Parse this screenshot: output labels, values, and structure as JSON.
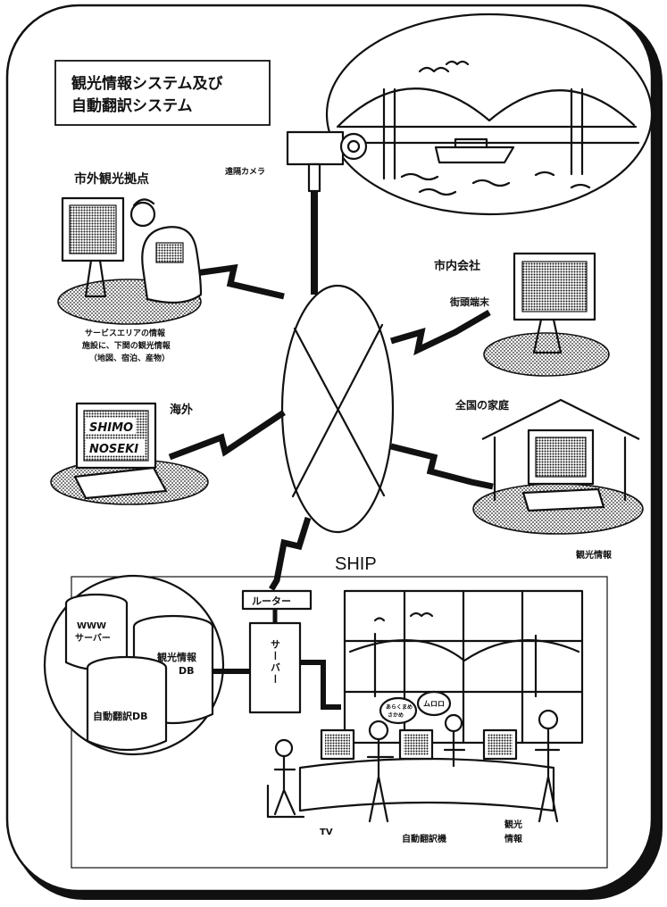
{
  "title": {
    "line1": "観光情報システム及び",
    "line2": "自動翻訳システム"
  },
  "labels": {
    "remote_camera": "遠隔カメラ",
    "outside_city_base": "市外観光拠点",
    "service_area_line1": "サービスエリアの情報",
    "service_area_line2": "施設に、下関の観光情報",
    "service_area_line3": "（地図、宿泊、産物）",
    "city_company": "市内会社",
    "street_terminal": "街頭端末",
    "overseas": "海外",
    "shimo_line1": "SHIMO",
    "shimo_line2": "NOSEKI",
    "homes_nationwide": "全国の家庭",
    "tourism_info_home": "観光情報",
    "ship": "SHIP",
    "router": "ルーター",
    "server": "サーバー",
    "www_line1": "WWW",
    "www_line2": "サーバー",
    "tourism_db_line1": "観光情報",
    "tourism_db_line2": "DB",
    "translation_db": "自動翻訳DB",
    "tv": "TV",
    "auto_translator": "自動翻訳機",
    "tourism_info_line1": "観光",
    "tourism_info_line2": "情報",
    "bubble_left_line1": "あらくまめ",
    "bubble_left_line2": "さかめ",
    "bubble_right": "ムロロ"
  }
}
